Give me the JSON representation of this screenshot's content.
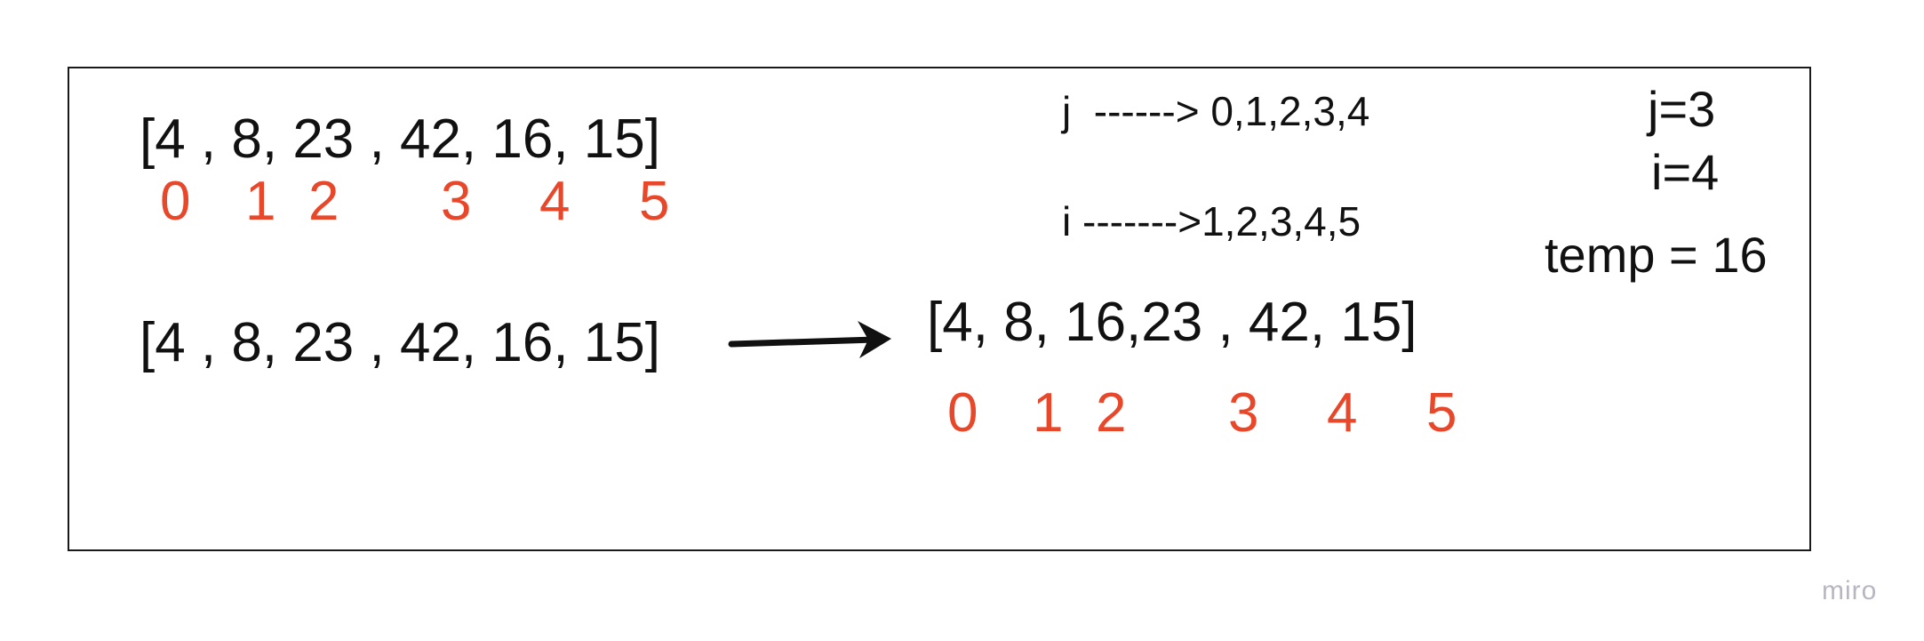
{
  "colors": {
    "text": "#111111",
    "index": "#e8472a",
    "frame": "#1a1a1a",
    "watermark": "#b7b7c2"
  },
  "top_array": {
    "text": "[4 , 8, 23 , 42, 16, 15]",
    "indices": [
      "0",
      "1",
      "2",
      "3",
      "4",
      "5"
    ]
  },
  "bottom_array": {
    "text": "[4 , 8, 23 , 42, 16, 15]"
  },
  "result_array": {
    "text": "[4, 8, 16,23 , 42, 15]",
    "indices": [
      "0",
      "1",
      "2",
      "3",
      "4",
      "5"
    ]
  },
  "trace": {
    "j_line": "j  ------> 0,1,2,3,4",
    "i_line": "i ------->1,2,3,4,5"
  },
  "variables": {
    "j": "j=3",
    "i": "i=4",
    "temp": "temp = 16"
  },
  "arrow_icon": "right-arrow-icon",
  "watermark": "miro"
}
